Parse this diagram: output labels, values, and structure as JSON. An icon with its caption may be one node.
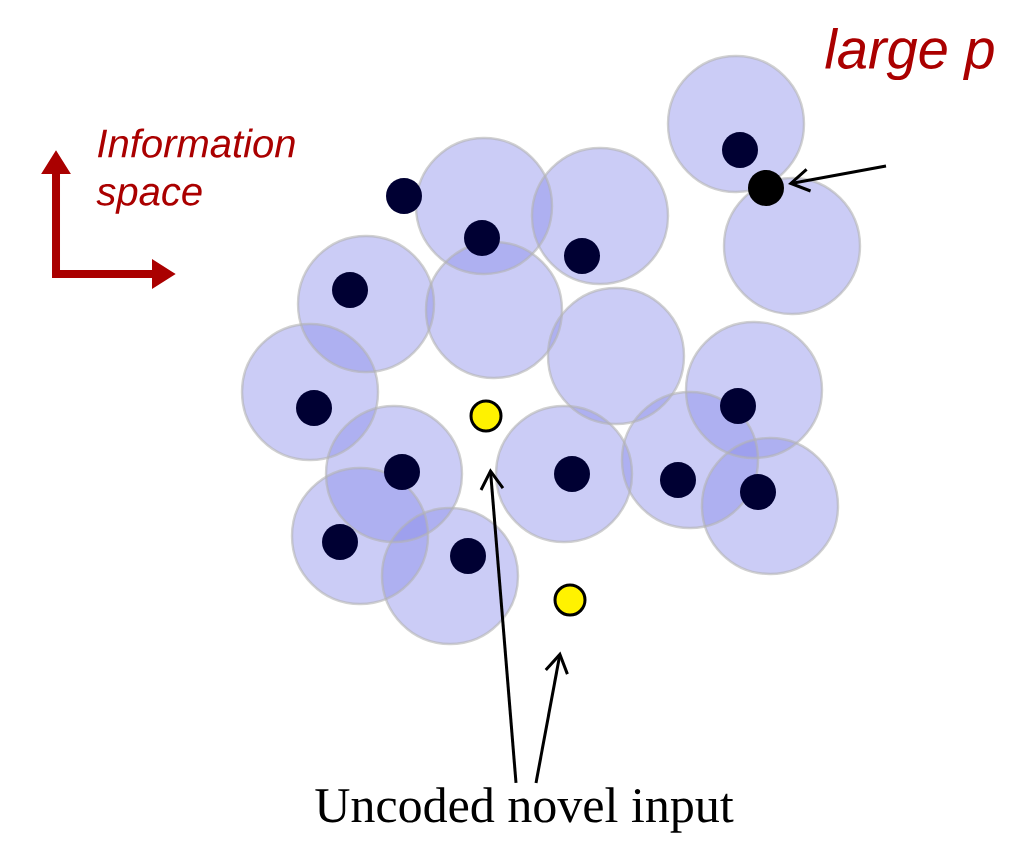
{
  "diagram": {
    "nodes": [
      {
        "text": [
          "Uncoded novel input"
        ]
      },
      {
        "text": [],
        "shape": "circle"
      },
      {
        "text": [],
        "shape": "circle"
      },
      {
        "text": [],
        "shape": "circle"
      }
    ],
    "edges": [
      {
        "from": 0,
        "to": 1,
        "arrow": "to"
      },
      {
        "from": 0,
        "to": 2,
        "arrow": "to"
      },
      {
        "from": null,
        "to": 3,
        "arrow": "to"
      }
    ],
    "labels": [
      "large p",
      "Information space"
    ]
  }
}
